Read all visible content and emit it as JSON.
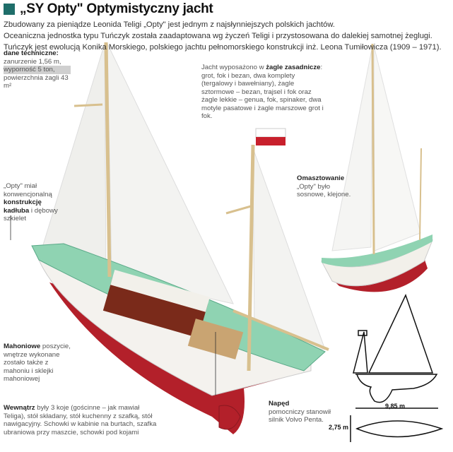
{
  "header": {
    "title": "„SY Opty\" Optymistyczny jacht",
    "logo_icon": "sail-icon"
  },
  "intro": [
    "Zbudowany za pieniądze Leonida Teligi „Opty\" jest jednym z najsłynniejszych polskich jachtów.",
    "Oceaniczna jednostka typu Tuńczyk została zaadaptowana wg życzeń Teligi i przystosowana do dalekiej samotnej żeglugi.",
    "Tuńczyk jest ewolucją Konika Morskiego, polskiego jachtu pełnomorskiego konstrukcji inż. Leona Tumiłowicza (1909 – 1971)."
  ],
  "specs": {
    "heading": "dane techniczne:",
    "items": [
      "zanurzenie 1,56 m,",
      "wyporność 5 ton,",
      "powierzchnia żagli 43 m²"
    ]
  },
  "sails": {
    "lead": "Jacht wyposażono w ",
    "bold": "żagle zasadnicze",
    "rest": ": grot, fok i bezan, dwa komplety (tergalowy i bawełniany), żagle sztormowe – bezan, trajsel i fok oraz żagle lekkie – genua, fok, spinaker, dwa motyle pasatowe i żagle marszowe grot i fok."
  },
  "hull": {
    "lead": "„Opty\" miał konwencjonalną ",
    "bold": "konstrukcję kadłuba",
    "rest": " i dębowy szkielet"
  },
  "mast": {
    "bold": "Omasztowanie",
    "rest": "„Opty\" było sosnowe, klejone."
  },
  "planking": {
    "bold": "Mahoniowe",
    "rest": " poszycie, wnętrze wykonane zostało także z mahoniu i sklejki mahoniowej"
  },
  "interior": {
    "bold": "Wewnątrz",
    "rest": " były 3 koje (gościnne – jak mawiał Teliga), stół składany, stół kuchenny z szafką, stół nawigacyjny. Schowki w kabinie na burtach, szafka ubraniowa przy maszcie, schowki pod kojami"
  },
  "engine": {
    "bold": "Napęd",
    "rest": "pomocniczy stanowił silnik Volvo Penta."
  },
  "blueprint": {
    "length": "9,85 m",
    "beam": "2,75 m"
  },
  "colors": {
    "hull_red": "#b3202a",
    "deck_green": "#7fc9a6",
    "teal": "#1f6e6a"
  }
}
